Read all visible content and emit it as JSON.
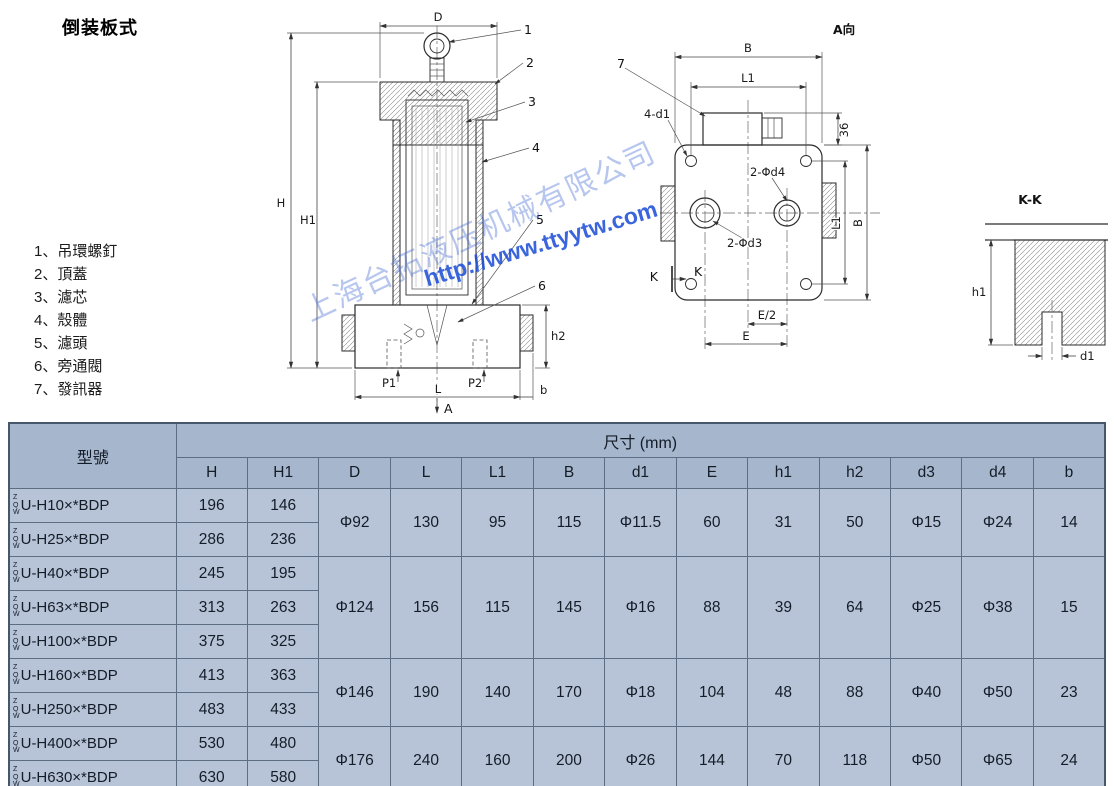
{
  "page": {
    "title": "倒装板式",
    "parts_list": [
      "1、吊環螺釘",
      "2、頂蓋",
      "3、濾芯",
      "4、殼體",
      "5、濾頭",
      "6、旁通閥",
      "7、發訊器"
    ],
    "watermark": {
      "company": "上海台拓液压机械有限公司",
      "url": "http://www.ttyytw.com"
    }
  },
  "drawing": {
    "front": {
      "dims": {
        "D": "D",
        "H": "H",
        "H1": "H1",
        "h2": "h2",
        "L": "L",
        "b": "b",
        "P1": "P1",
        "P2": "P2",
        "A": "A"
      },
      "callouts": [
        "1",
        "2",
        "3",
        "4",
        "5",
        "6"
      ]
    },
    "top": {
      "view_label": "A向",
      "callout7": "7",
      "dims": {
        "B": "B",
        "L1": "L1",
        "n36": "36",
        "holes4": "4-d1",
        "holes_d4": "2-Φd4",
        "holes_d3": "2-Φd3",
        "K": "K",
        "L1_right": "L1",
        "B_right": "B",
        "E_half": "E/2",
        "E": "E"
      }
    },
    "section": {
      "view_label": "K-K",
      "dims": {
        "h1": "h1",
        "d1": "d1"
      }
    }
  },
  "table": {
    "model_header": "型號",
    "size_header": "尺寸 (mm)",
    "model_prefix": [
      "Z",
      "Q",
      "W"
    ],
    "columns": [
      "H",
      "H1",
      "D",
      "L",
      "L1",
      "B",
      "d1",
      "E",
      "h1",
      "h2",
      "d3",
      "d4",
      "b"
    ],
    "row_columns": [
      "H",
      "H1"
    ],
    "shared_columns": [
      "D",
      "L",
      "L1",
      "B",
      "d1",
      "E",
      "h1",
      "h2",
      "d3",
      "d4",
      "b"
    ],
    "groups": [
      {
        "shared": {
          "D": "Φ92",
          "L": "130",
          "L1": "95",
          "B": "115",
          "d1": "Φ11.5",
          "E": "60",
          "h1": "31",
          "h2": "50",
          "d3": "Φ15",
          "d4": "Φ24",
          "b": "14"
        },
        "rows": [
          {
            "model": "U-H10×*BDP",
            "H": "196",
            "H1": "146"
          },
          {
            "model": "U-H25×*BDP",
            "H": "286",
            "H1": "236"
          }
        ]
      },
      {
        "shared": {
          "D": "Φ124",
          "L": "156",
          "L1": "115",
          "B": "145",
          "d1": "Φ16",
          "E": "88",
          "h1": "39",
          "h2": "64",
          "d3": "Φ25",
          "d4": "Φ38",
          "b": "15"
        },
        "rows": [
          {
            "model": "U-H40×*BDP",
            "H": "245",
            "H1": "195"
          },
          {
            "model": "U-H63×*BDP",
            "H": "313",
            "H1": "263"
          },
          {
            "model": "U-H100×*BDP",
            "H": "375",
            "H1": "325"
          }
        ]
      },
      {
        "shared": {
          "D": "Φ146",
          "L": "190",
          "L1": "140",
          "B": "170",
          "d1": "Φ18",
          "E": "104",
          "h1": "48",
          "h2": "88",
          "d3": "Φ40",
          "d4": "Φ50",
          "b": "23"
        },
        "rows": [
          {
            "model": "U-H160×*BDP",
            "H": "413",
            "H1": "363"
          },
          {
            "model": "U-H250×*BDP",
            "H": "483",
            "H1": "433"
          }
        ]
      },
      {
        "shared": {
          "D": "Φ176",
          "L": "240",
          "L1": "160",
          "B": "200",
          "d1": "Φ26",
          "E": "144",
          "h1": "70",
          "h2": "118",
          "d3": "Φ50",
          "d4": "Φ65",
          "b": "24"
        },
        "rows": [
          {
            "model": "U-H400×*BDP",
            "H": "530",
            "H1": "480"
          },
          {
            "model": "U-H630×*BDP",
            "H": "630",
            "H1": "580"
          }
        ]
      }
    ]
  }
}
